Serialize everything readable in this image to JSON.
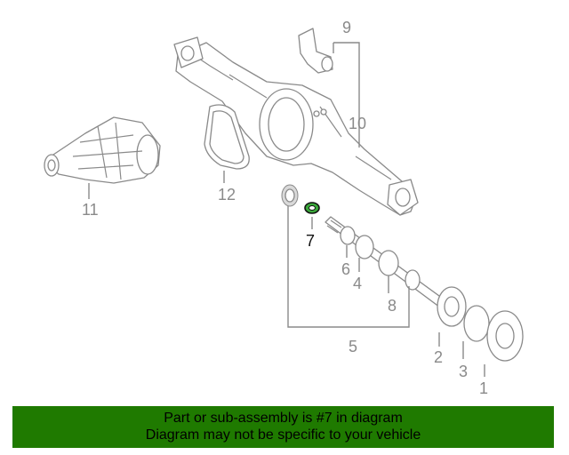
{
  "diagram": {
    "labels": {
      "p1": "1",
      "p2": "2",
      "p3": "3",
      "p4": "4",
      "p5": "5",
      "p6": "6",
      "p7": "7",
      "p8": "8",
      "p9": "9",
      "p10": "10",
      "p11": "11",
      "p12": "12"
    },
    "highlighted_part": "7",
    "highlight_color": "#3aa83a",
    "line_color": "#8a8a8a"
  },
  "banner": {
    "line1": "Part or sub-assembly is #7 in diagram",
    "line2": "Diagram may not be specific to your vehicle",
    "background": "#1f7a00"
  }
}
